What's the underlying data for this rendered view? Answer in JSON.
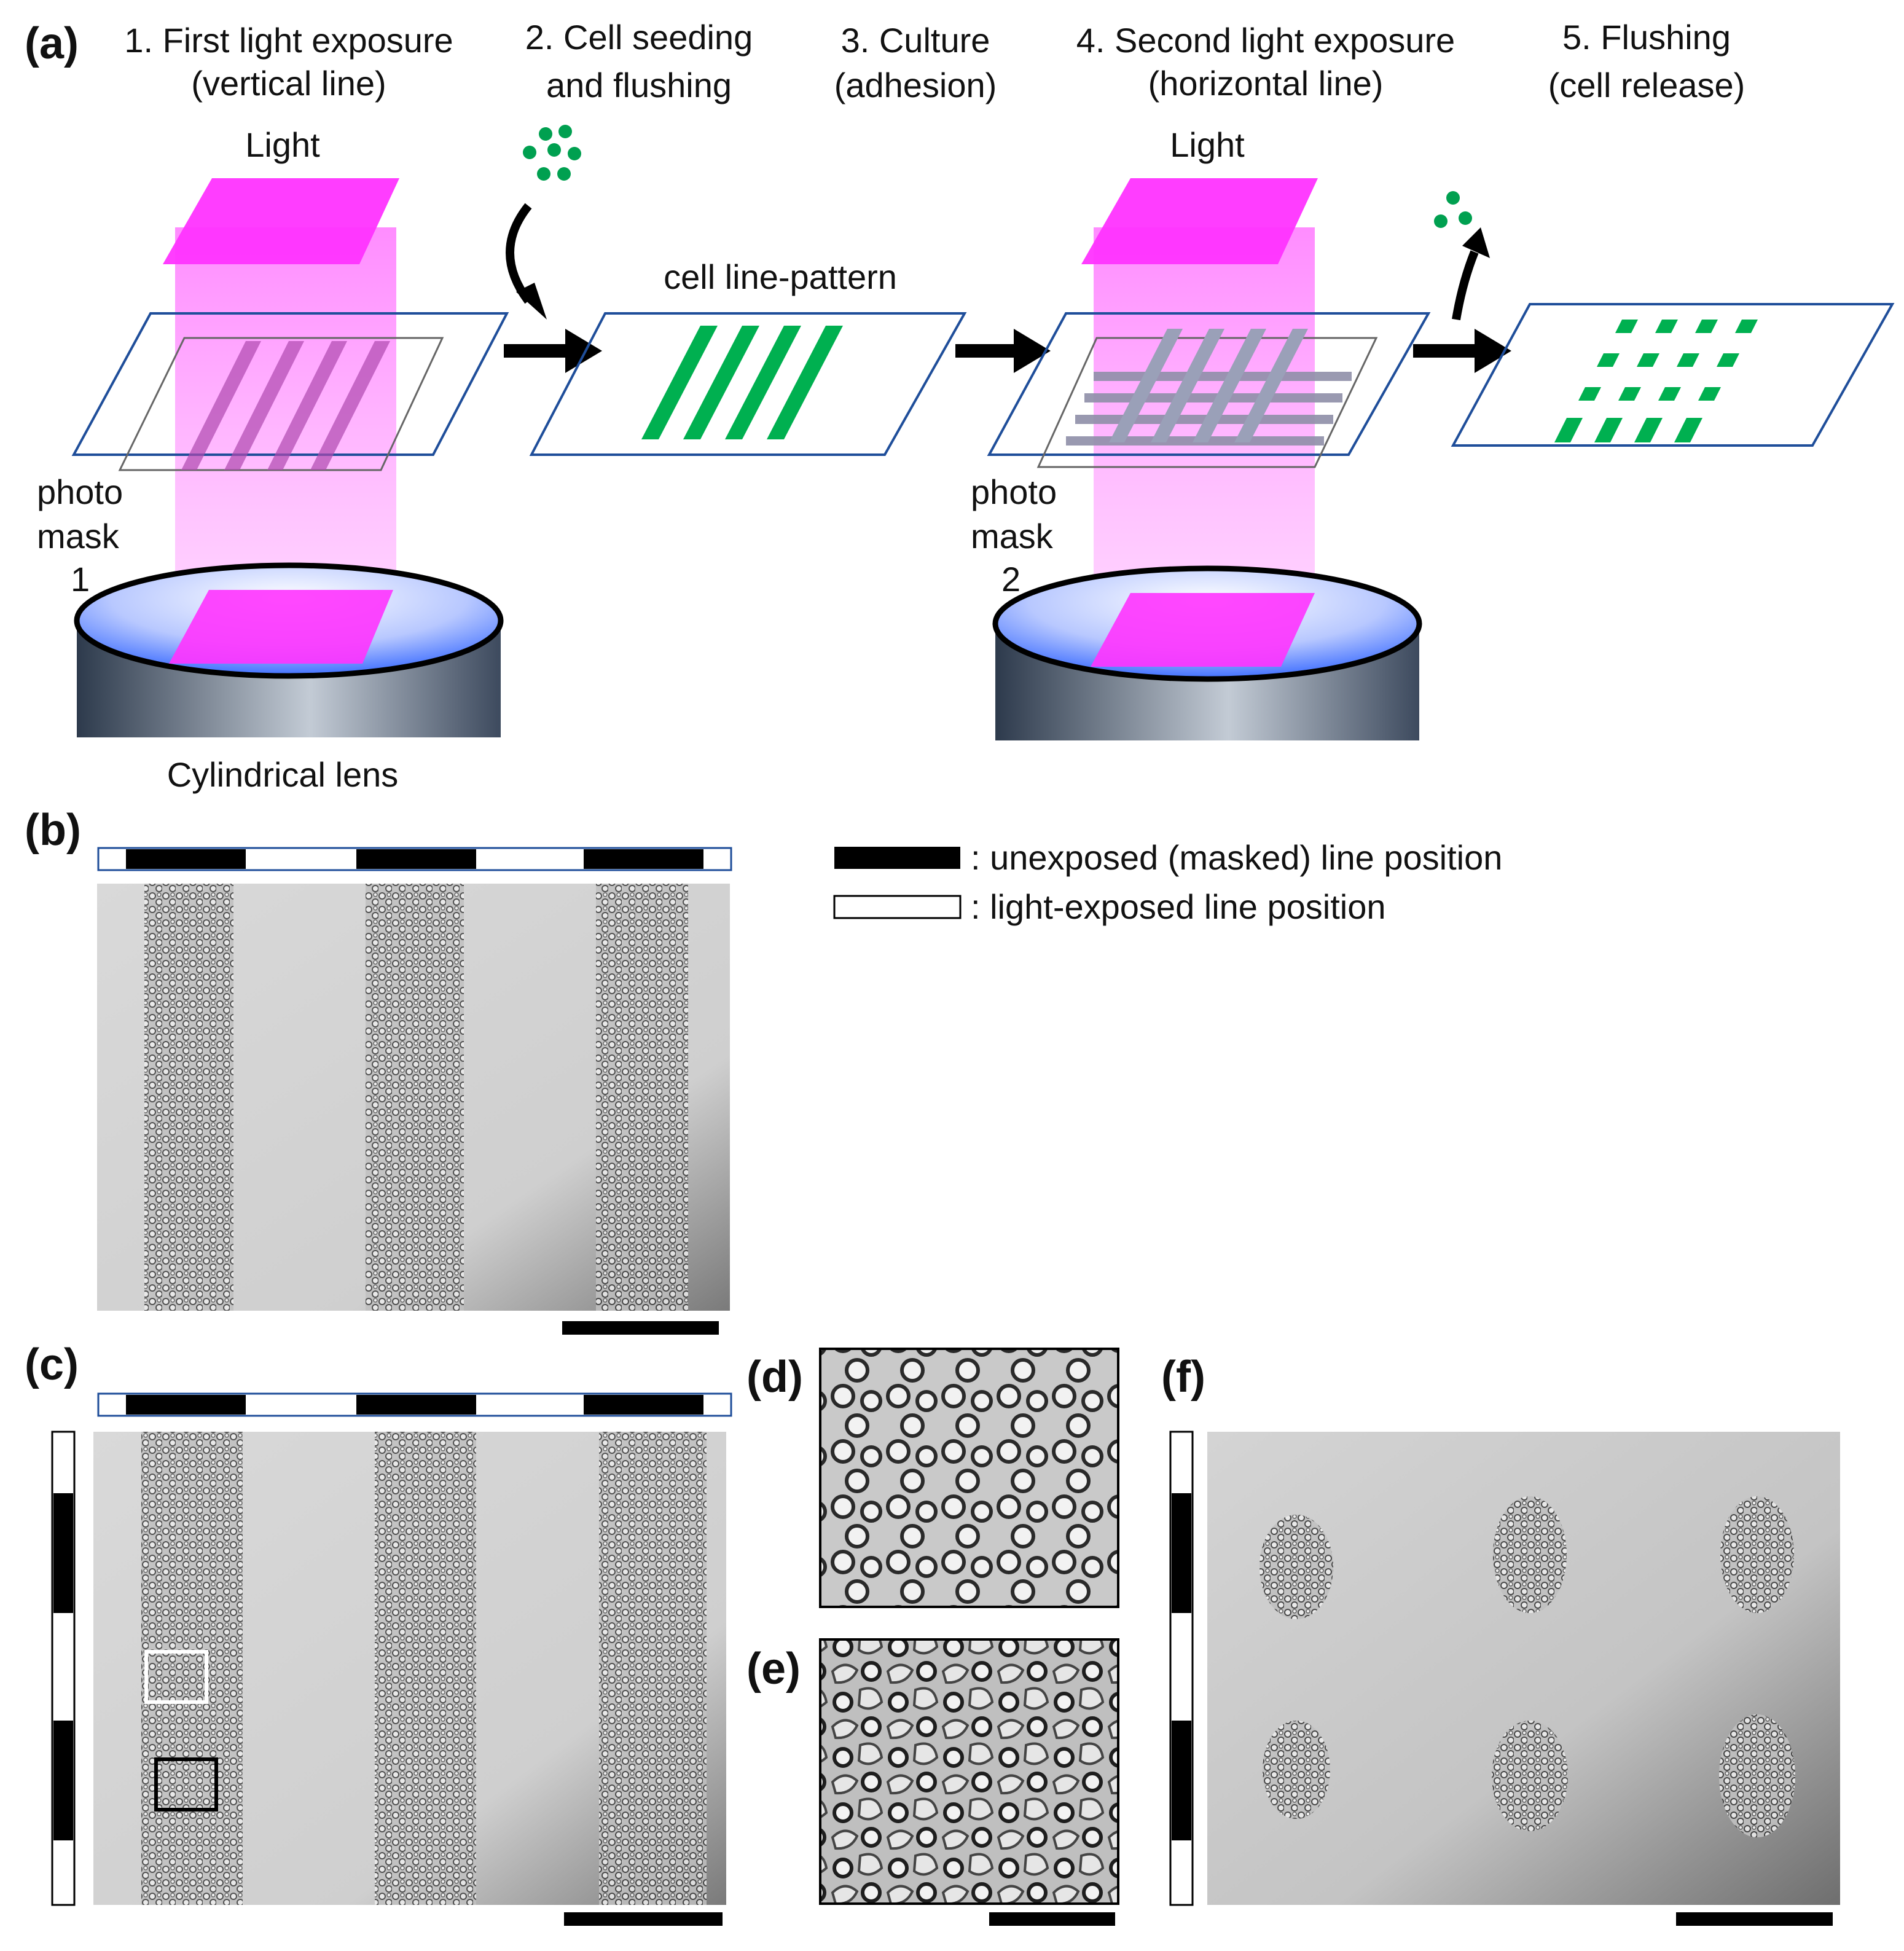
{
  "panel_a": {
    "label": "(a)",
    "steps": [
      {
        "line1": "1. First light exposure",
        "line2": "(vertical line)"
      },
      {
        "line1": "2. Cell seeding",
        "line2": "and flushing"
      },
      {
        "line1": "3. Culture",
        "line2": "(adhesion)"
      },
      {
        "line1": "4. Second light exposure",
        "line2": "(horizontal line)"
      },
      {
        "line1": "5. Flushing",
        "line2": "(cell release)"
      }
    ],
    "light_label_1": "Light",
    "light_label_2": "Light",
    "cell_pattern_label": "cell line-pattern",
    "mask1": {
      "l1": "photo",
      "l2": "mask",
      "l3": "1"
    },
    "mask2": {
      "l1": "photo",
      "l2": "mask",
      "l3": "2"
    },
    "lens_label": "Cylindrical lens",
    "colors": {
      "light": "#ff33ff",
      "cells": "#00b050",
      "plate_outline": "#1f4e9a",
      "lens_top": "#4f7fff"
    }
  },
  "panel_b": {
    "label": "(b)"
  },
  "panel_c": {
    "label": "(c)"
  },
  "panel_d": {
    "label": "(d)"
  },
  "panel_e": {
    "label": "(e)"
  },
  "panel_f": {
    "label": "(f)"
  },
  "legend": {
    "masked": ": unexposed (masked) line position",
    "exposed": ": light-exposed line position"
  }
}
